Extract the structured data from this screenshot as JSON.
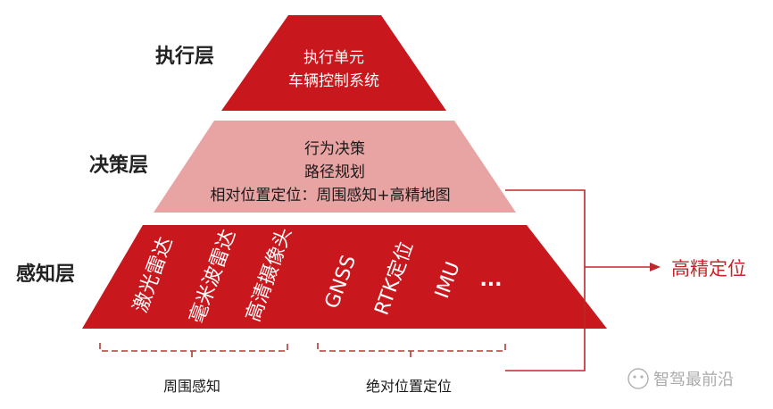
{
  "layers": {
    "execution": {
      "label": "执行层",
      "lines": [
        "执行单元",
        "车辆控制系统"
      ]
    },
    "decision": {
      "label": "决策层",
      "lines": [
        "行为决策",
        "路径规划",
        "相对位置定位：周围感知+高精地图"
      ]
    },
    "perception": {
      "label": "感知层",
      "items": [
        "激光雷达",
        "毫米波雷达",
        "高清摄像头",
        "GNSS",
        "RTK定位",
        "IMU",
        "..."
      ]
    }
  },
  "groups": {
    "surrounding": "周围感知",
    "absolute": "绝对位置定位"
  },
  "output_label": "高精定位",
  "watermark": "智驾最前沿",
  "colors": {
    "execution_fill": "#c8171d",
    "decision_fill": "#e8a3a3",
    "perception_fill": "#c8171d",
    "accent": "#c0262a",
    "bracket": "#b33a34"
  }
}
